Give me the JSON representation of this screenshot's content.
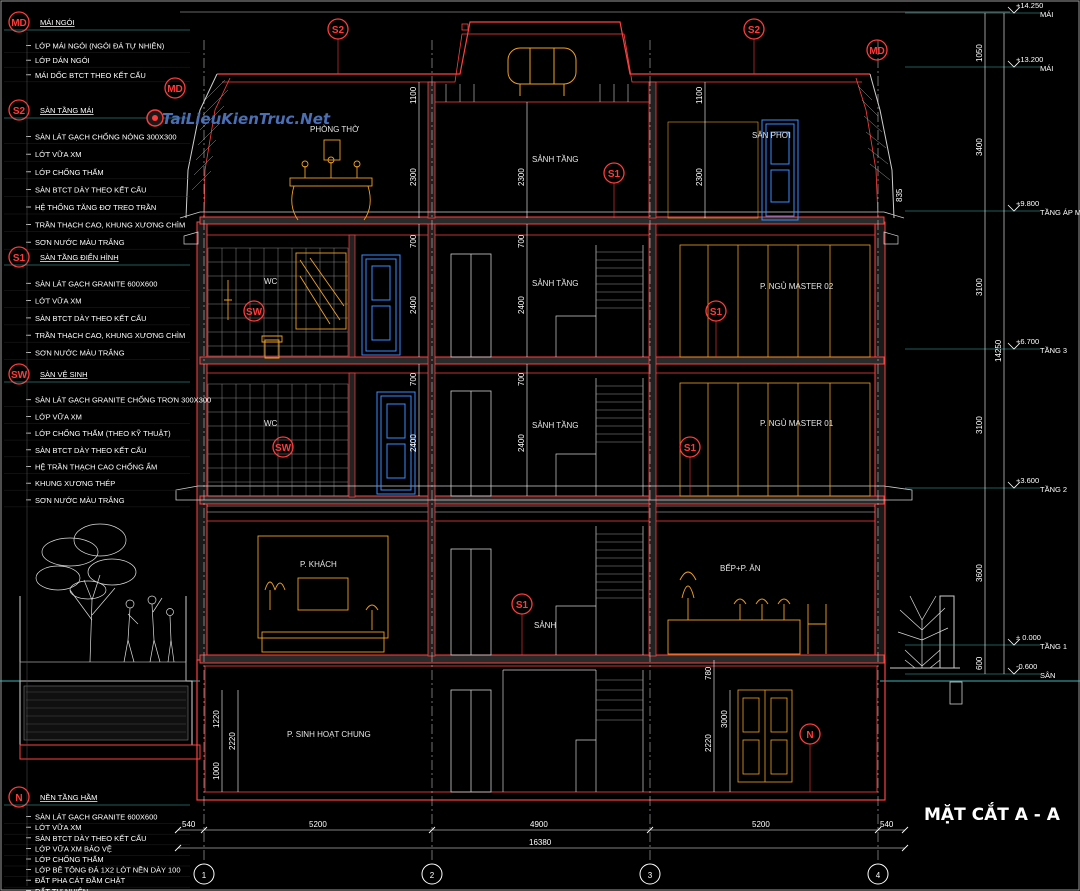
{
  "title": "MẶT CẮT A - A",
  "watermark": "TaiLieuKienTruc.Net",
  "sections": [
    {
      "tag": "MD",
      "title": "MÁI NGÓI",
      "items": [
        "LỚP MÁI NGÓI (NGÓI ĐÁ TỰ NHIÊN)",
        "LỚP DÁN NGÓI",
        "MÁI DỐC BTCT THEO KẾT CẤU"
      ]
    },
    {
      "tag": "S2",
      "title": "SÀN TẦNG MÁI",
      "items": [
        "SÀN LÁT GẠCH CHỐNG NÓNG 300X300",
        "LỚT VỮA XM",
        "LỚP CHỐNG THẤM",
        "SÀN BTCT DÀY THEO KẾT CẤU",
        "HỆ THỐNG TĂNG ĐƠ TREO TRẦN",
        "TRẦN THẠCH CAO, KHUNG XƯƠNG CHÌM",
        "SƠN NƯỚC MÀU TRẮNG"
      ]
    },
    {
      "tag": "S1",
      "title": "SÀN TẦNG ĐIỂN HÌNH",
      "items": [
        "SÀN LÁT GẠCH GRANITE 600X600",
        "LỚT VỮA XM",
        "SÀN BTCT DÀY THEO KẾT CẤU",
        "TRẦN THẠCH CAO, KHUNG XƯƠNG CHÌM",
        "SƠN NƯỚC MÀU TRẮNG"
      ]
    },
    {
      "tag": "SW",
      "title": "SÀN VỆ SINH",
      "items": [
        "SÀN LÁT GẠCH GRANITE CHỐNG TRƠN 300X300",
        "LỚP VỮA XM",
        "LỚP CHỐNG THẤM (THEO KỸ THUẬT)",
        "SÀN BTCT DÀY THEO KẾT CẤU",
        "HỆ TRẦN THẠCH CAO CHỐNG ẨM",
        "KHUNG XƯƠNG THÉP",
        "SƠN NƯỚC MÀU TRẮNG"
      ]
    },
    {
      "tag": "N",
      "title": "NỀN TẦNG HẦM",
      "items": [
        "SÀN LÁT GẠCH GRANITE 600X600",
        "LỚT VỮA XM",
        "SÀN BTCT DÀY THEO KẾT CẤU",
        "LỚP VỮA XM BẢO VỆ",
        "LỚP CHỐNG THẤM",
        "LỚP BÊ TÔNG ĐÁ 1X2 LÓT NỀN DÀY 100",
        "ĐẤT PHA CÁT ĐẦM CHẶT",
        "ĐẤT TỰ NHIÊN"
      ]
    }
  ],
  "rooms": [
    "PHÒNG THỜ",
    "SẢNH TẦNG",
    "SÂN PHƠI",
    "WC",
    "SẢNH TẦNG",
    "P. NGỦ MASTER 02",
    "WC",
    "SẢNH TẦNG",
    "P. NGỦ MASTER 01",
    "P. KHÁCH",
    "SẢNH",
    "BẾP+P. ĂN",
    "P. SINH HOẠT CHUNG"
  ],
  "levels": [
    {
      "value": "+14.250",
      "name": "MÁI"
    },
    {
      "value": "+13.200",
      "name": "MÁI"
    },
    {
      "value": "+9.800",
      "name": "TẦNG ÁP MÁI"
    },
    {
      "value": "+6.700",
      "name": "TẦNG 3"
    },
    {
      "value": "+3.600",
      "name": "TẦNG 2"
    },
    {
      "value": "± 0.000",
      "name": "TẦNG 1"
    },
    {
      "value": "-0.600",
      "name": "SÂN"
    }
  ],
  "heights_right": [
    "1050",
    "3400",
    "3100",
    "3100",
    "3600",
    "600"
  ],
  "total_height": "14250",
  "inner_dims": [
    "1100",
    "2300",
    "1100",
    "2300",
    "2300",
    "700",
    "2400",
    "700",
    "2400",
    "700",
    "2400",
    "700",
    "2400",
    "1220",
    "2220",
    "1000",
    "780",
    "2220",
    "3000",
    "835"
  ],
  "bottom_dims": [
    "540",
    "5200",
    "4900",
    "5200",
    "540"
  ],
  "total_width": "16380",
  "grid_axes": [
    "1",
    "2",
    "3",
    "4"
  ],
  "callouts": [
    "S2",
    "S2",
    "MD",
    "MD",
    "S1",
    "S1",
    "SW",
    "S1",
    "SW",
    "S1",
    "S1",
    "N"
  ]
}
